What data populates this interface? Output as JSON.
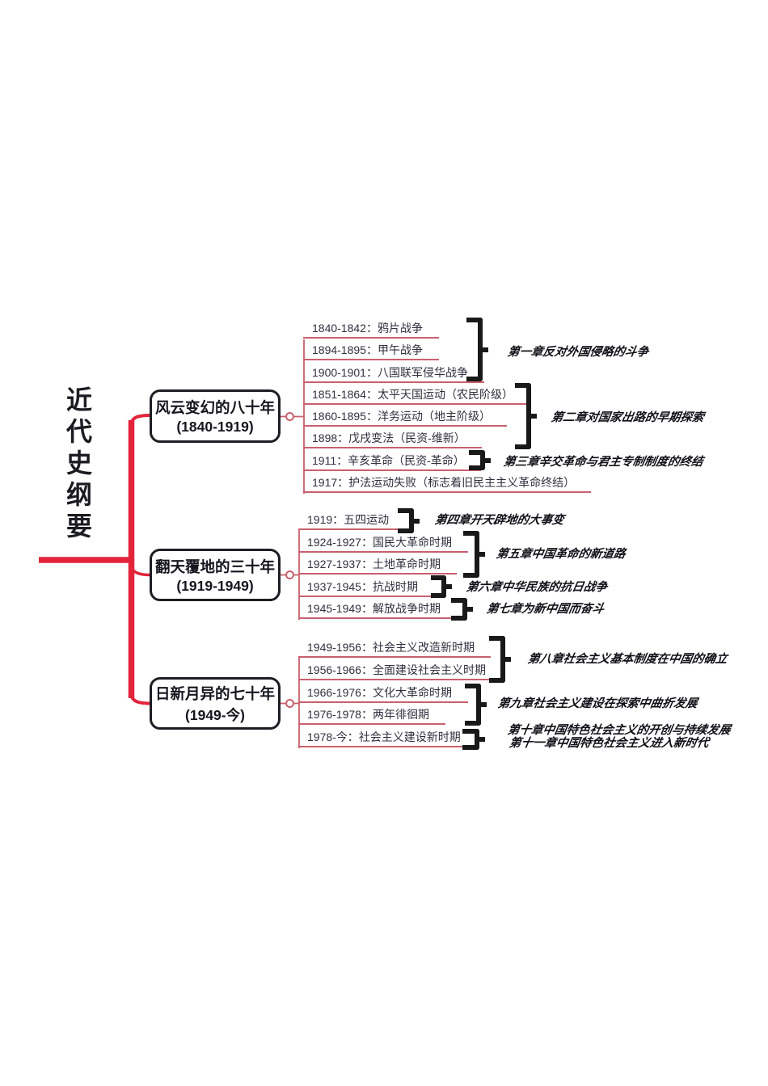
{
  "title": "近代史纲要",
  "colors": {
    "primary_red": "#e3243b",
    "branch_pink": "#c9606e",
    "ink": "#1b1b22"
  },
  "branches": [
    {
      "name": "风云变幻的八十年",
      "period": "(1840-1919)",
      "items": [
        "1840-1842：鸦片战争",
        "1894-1895：甲午战争",
        "1900-1901：八国联军侵华战争",
        "1851-1864：太平天国运动（农民阶级）",
        "1860-1895：洋务运动（地主阶级）",
        "1898：戊戌变法（民资-维新）",
        "1911：辛亥革命（民资-革命）",
        "1917：护法运动失败（标志着旧民主主义革命终结）"
      ]
    },
    {
      "name": "翻天覆地的三十年",
      "period": "(1919-1949)",
      "items": [
        "1919：五四运动",
        "1924-1927：国民大革命时期",
        "1927-1937：土地革命时期",
        "1937-1945：抗战时期",
        "1945-1949：解放战争时期"
      ]
    },
    {
      "name": "日新月异的七十年",
      "period": "(1949-今)",
      "items": [
        "1949-1956：社会主义改造新时期",
        "1956-1966：全面建设社会主义时期",
        "1966-1976：文化大革命时期",
        "1976-1978：两年徘徊期",
        "1978-今：社会主义建设新时期"
      ]
    }
  ],
  "chapters": [
    "第一章反对外国侵略的斗争",
    "第二章对国家出路的早期探索",
    "第三章辛交革命与君主专制制度的终结",
    "第四章开天辟地的大事变",
    "第五章中国革命的新道路",
    "第六章中华民族的抗日战争",
    "第七章为新中国而奋斗",
    "第八章社会主义基本制度在中国的确立",
    "第九章社会主义建设在探索中曲折发展",
    "第十章中国特色社会主义的开创与持续发展",
    "第十一章中国特色社会主义进入新时代"
  ]
}
